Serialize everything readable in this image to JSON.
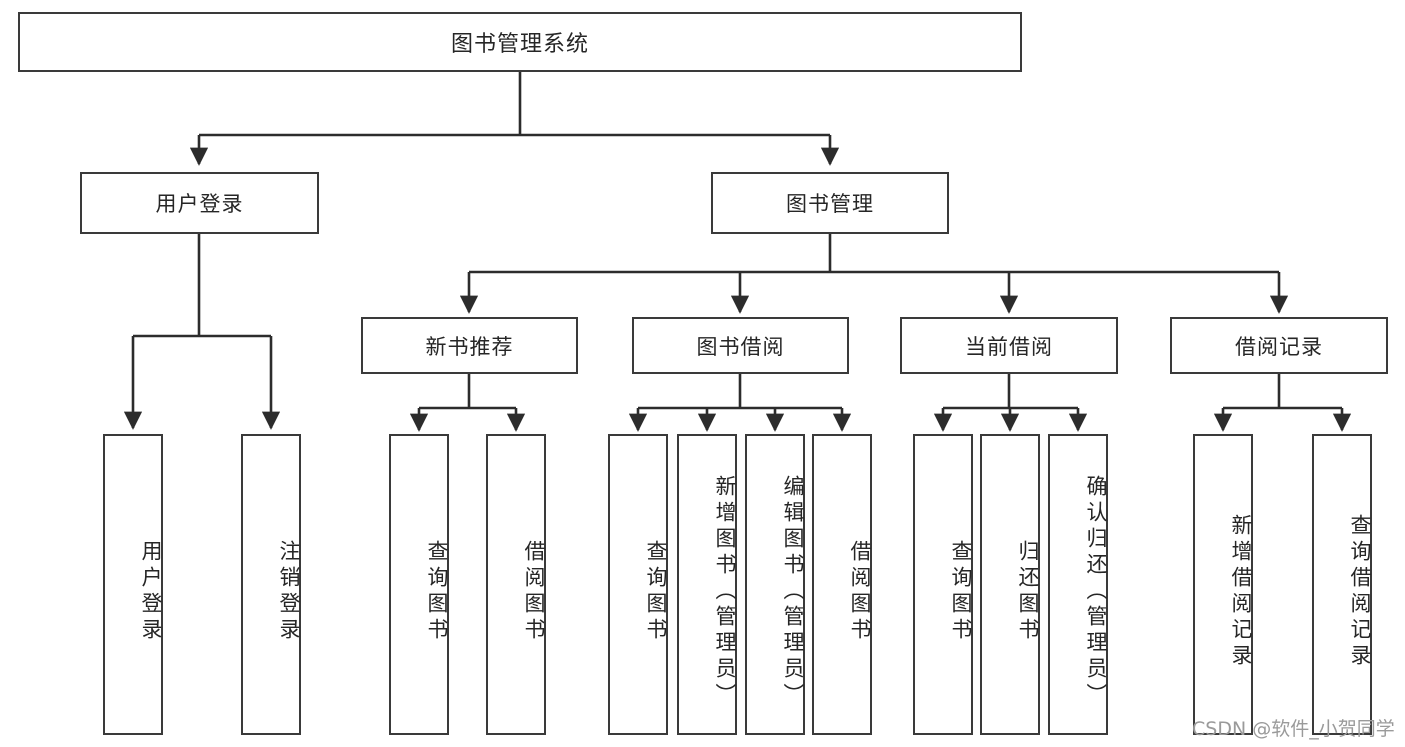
{
  "diagram": {
    "type": "tree",
    "title": "图书管理系统",
    "root": {
      "label": "图书管理系统"
    },
    "level1": [
      {
        "label": "用户登录"
      },
      {
        "label": "图书管理"
      }
    ],
    "level2": [
      {
        "label": "新书推荐"
      },
      {
        "label": "图书借阅"
      },
      {
        "label": "当前借阅"
      },
      {
        "label": "借阅记录"
      }
    ],
    "leaves": {
      "user_login": [
        {
          "label": "用户登录"
        },
        {
          "label": "注销登录"
        }
      ],
      "new_book_recommend": [
        {
          "label": "查询图书"
        },
        {
          "label": "借阅图书"
        }
      ],
      "book_borrow": [
        {
          "label": "查询图书"
        },
        {
          "label": "新增图书（管理员）"
        },
        {
          "label": "编辑图书（管理员）"
        },
        {
          "label": "借阅图书"
        }
      ],
      "current_borrow": [
        {
          "label": "查询图书"
        },
        {
          "label": "归还图书"
        },
        {
          "label": "确认归还（管理员）"
        }
      ],
      "borrow_record": [
        {
          "label": "新增借阅记录"
        },
        {
          "label": "查询借阅记录"
        }
      ]
    }
  },
  "watermark": {
    "text": "CSDN @软件_小贺同学"
  },
  "colors": {
    "background": "#ffffff",
    "stroke": "#3a3a3a",
    "text": "#262626",
    "watermark": "#9a9a9a"
  }
}
